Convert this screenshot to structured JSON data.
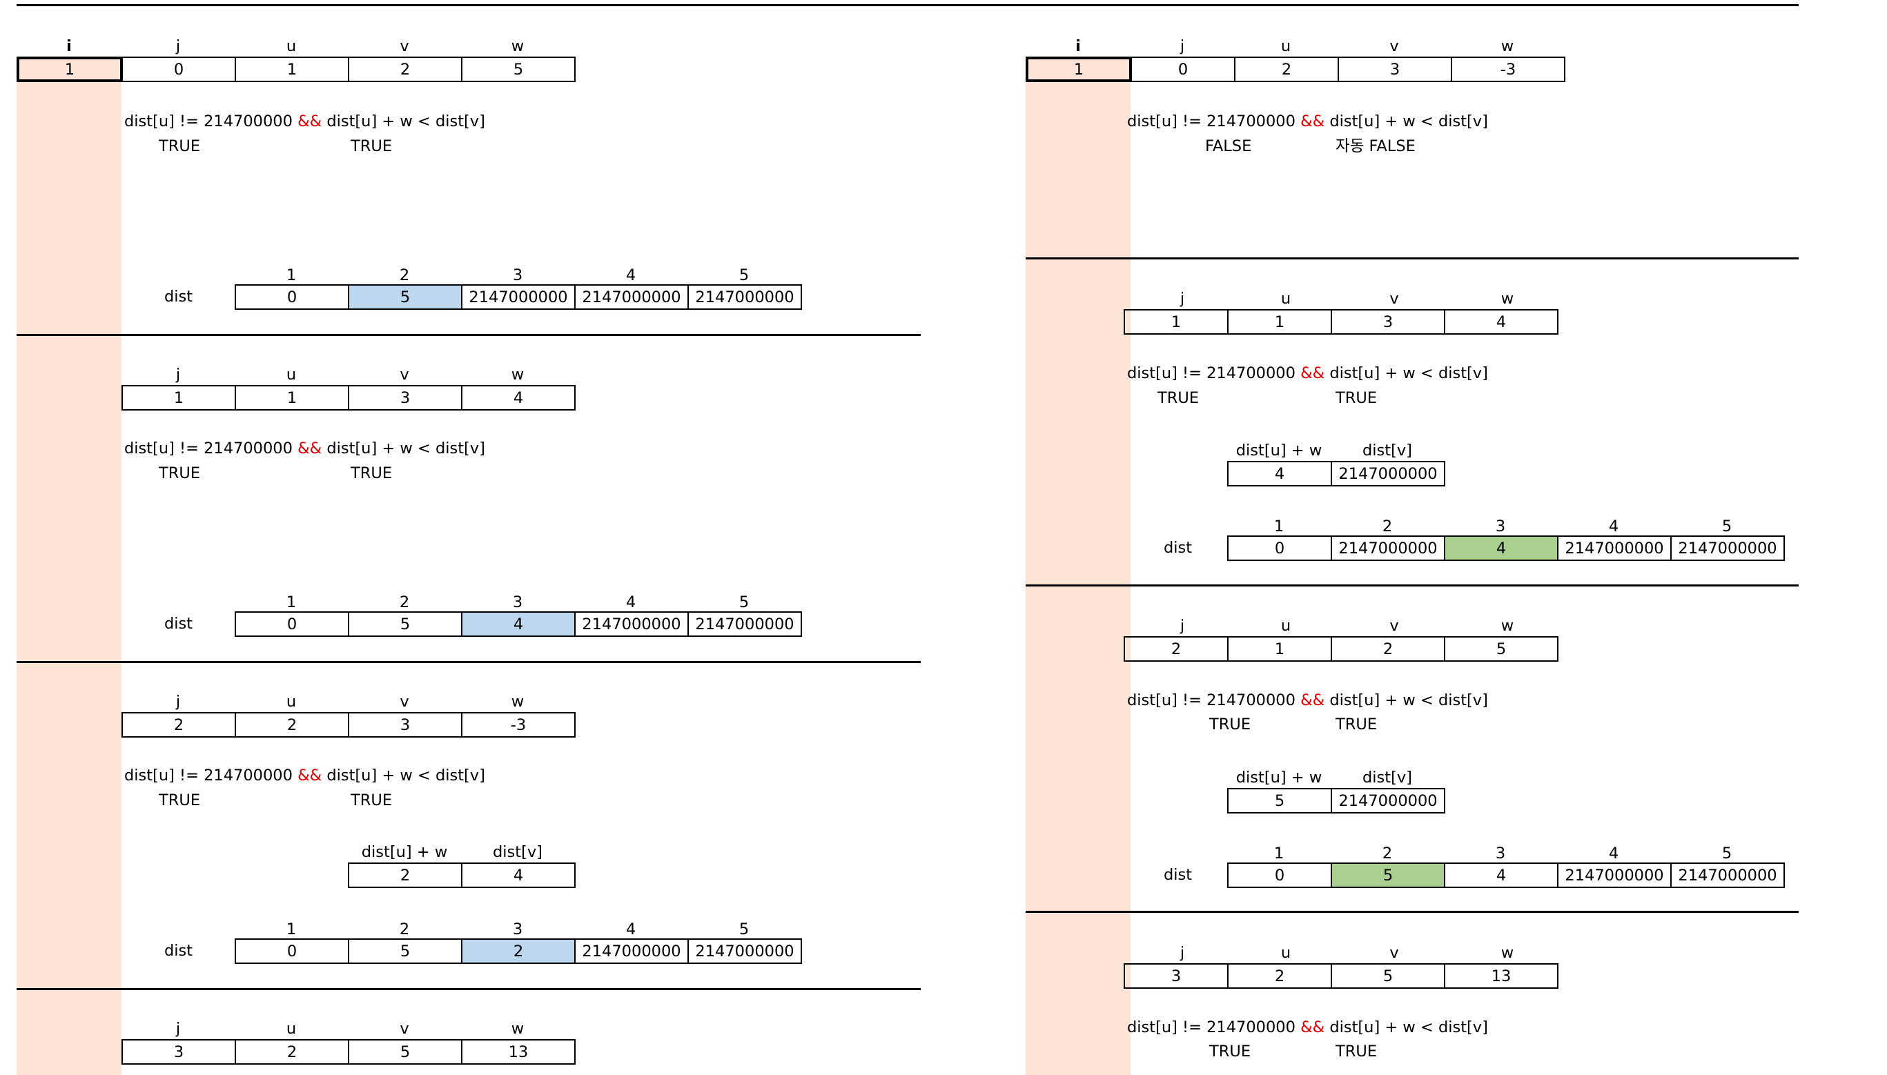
{
  "cond": {
    "lhs": "dist[u] != 214700000",
    "op": "&&",
    "rhs": "dist[u] + w < dist[v]"
  },
  "labels": {
    "true": "TRUE",
    "false": "FALSE",
    "auto_false": "자동 FALSE",
    "dist": "dist",
    "dist_u_w": "dist[u] + w",
    "dist_v": "dist[v]"
  },
  "hdr_ijuvw": [
    "i",
    "j",
    "u",
    "v",
    "w"
  ],
  "hdr_juvw": [
    "j",
    "u",
    "v",
    "w"
  ],
  "hdr_nodes": [
    "1",
    "2",
    "3",
    "4",
    "5"
  ],
  "left": {
    "step1": {
      "row": [
        "1",
        "0",
        "1",
        "2",
        "5"
      ],
      "dist": [
        "0",
        "5",
        "2147000000",
        "2147000000",
        "2147000000"
      ]
    },
    "step2": {
      "row": [
        "1",
        "1",
        "3",
        "4"
      ],
      "dist": [
        "0",
        "5",
        "4",
        "2147000000",
        "2147000000"
      ]
    },
    "step3": {
      "row": [
        "2",
        "2",
        "3",
        "-3"
      ],
      "cmp": [
        "2",
        "4"
      ],
      "dist": [
        "0",
        "5",
        "2",
        "2147000000",
        "2147000000"
      ]
    },
    "step4": {
      "row": [
        "3",
        "2",
        "5",
        "13"
      ]
    }
  },
  "right": {
    "step1": {
      "row": [
        "1",
        "0",
        "2",
        "3",
        "-3"
      ]
    },
    "step2": {
      "row": [
        "1",
        "1",
        "3",
        "4"
      ],
      "cmp": [
        "4",
        "2147000000"
      ],
      "dist": [
        "0",
        "2147000000",
        "4",
        "2147000000",
        "2147000000"
      ]
    },
    "step3": {
      "row": [
        "2",
        "1",
        "2",
        "5"
      ],
      "cmp": [
        "5",
        "2147000000"
      ],
      "dist": [
        "0",
        "5",
        "4",
        "2147000000",
        "2147000000"
      ]
    },
    "step4": {
      "row": [
        "3",
        "2",
        "5",
        "13"
      ]
    }
  }
}
